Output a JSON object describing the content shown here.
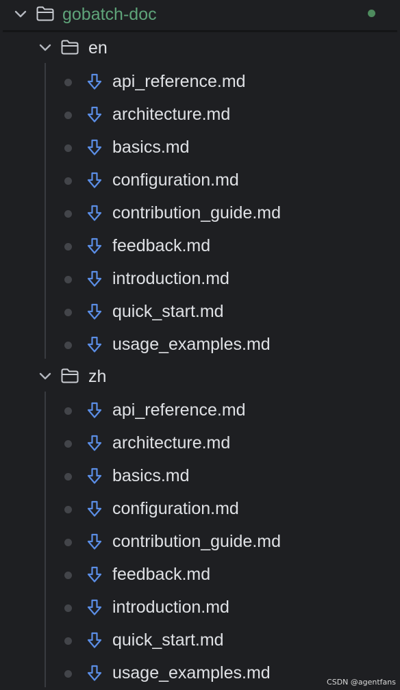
{
  "project": {
    "name": "gobatch-doc",
    "name_color": "#5fa47a",
    "icon": "folder-icon",
    "expanded": true
  },
  "folders": [
    {
      "name": "en",
      "icon": "folder-icon",
      "expanded": true,
      "files": [
        "api_reference.md",
        "architecture.md",
        "basics.md",
        "configuration.md",
        "contribution_guide.md",
        "feedback.md",
        "introduction.md",
        "quick_start.md",
        "usage_examples.md"
      ]
    },
    {
      "name": "zh",
      "icon": "folder-icon",
      "expanded": true,
      "files": [
        "api_reference.md",
        "architecture.md",
        "basics.md",
        "configuration.md",
        "contribution_guide.md",
        "feedback.md",
        "introduction.md",
        "quick_start.md",
        "usage_examples.md"
      ]
    }
  ],
  "file_icon": "download-arrow-icon",
  "file_icon_color": "#5b8ee6",
  "watermark": "CSDN @agentfans"
}
